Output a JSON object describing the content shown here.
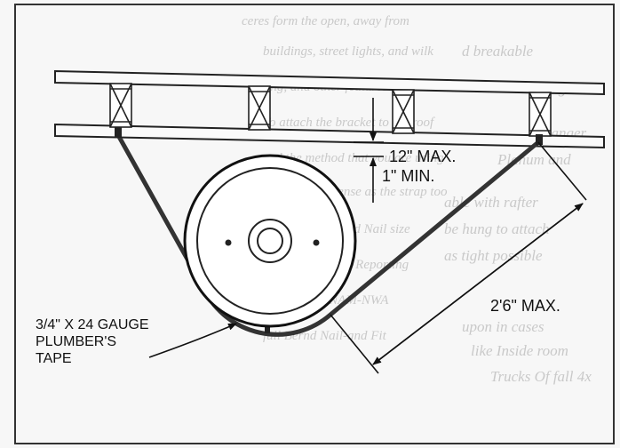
{
  "figure": {
    "labels": {
      "clearance_max": "12\" MAX.",
      "clearance_min": "1\" MIN.",
      "strap_span": "2'6\" MAX.",
      "tape_line1": "3/4\" X 24 GAUGE",
      "tape_line2": "PLUMBER'S",
      "tape_line3": "TAPE"
    }
  },
  "background_text": {
    "lines": [
      "ceres form the open, away from",
      "buildings, street lights, and wilk",
      "ting, and other features to catch",
      "To attach the bracket to the roof",
      "ned the method that you are using",
      "use common sense as the strap too",
      "The recommended Nail size",
      "Engineering and Reporting",
      "into Home SNAM-NWA",
      "full Bernd Nail-and Fit"
    ],
    "right_lines": [
      "d breakable",
      "at right",
      "hanger",
      "Planum and",
      "able with rafter",
      "be hung to attach",
      "as tight possible",
      "upon in cases",
      "like Inside room",
      "Trucks Of fall 4x"
    ]
  }
}
